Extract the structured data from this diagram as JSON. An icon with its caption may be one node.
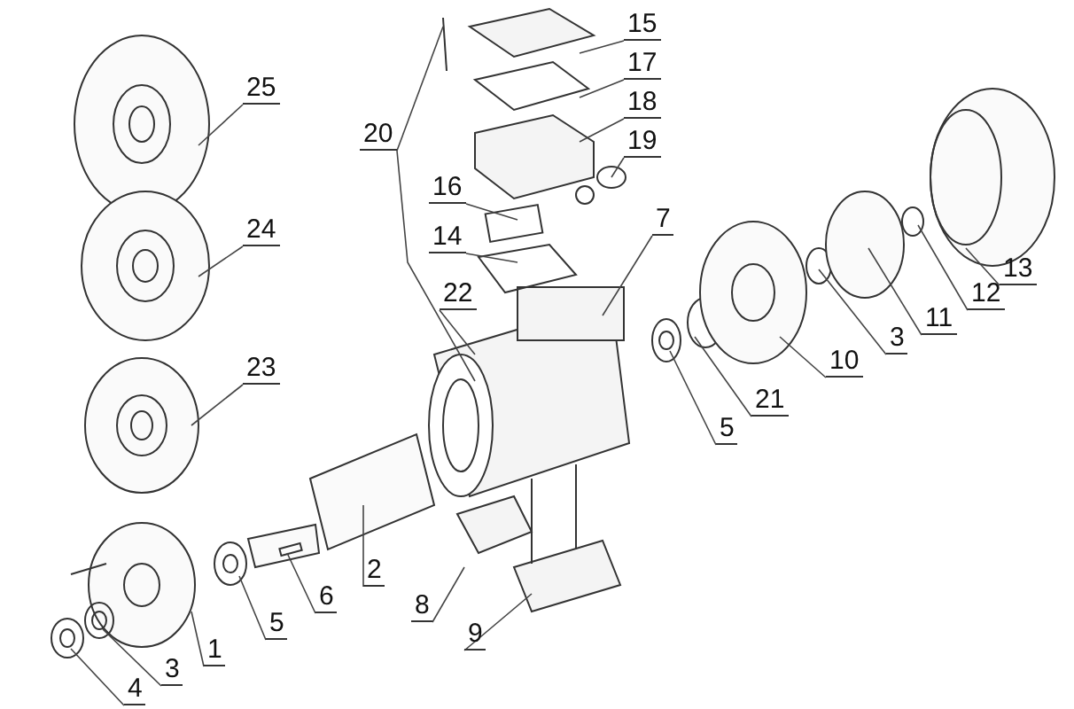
{
  "diagram": {
    "nodes": [
      {
        "text": [
          "15"
        ]
      },
      {
        "text": [
          "17"
        ]
      },
      {
        "text": [
          "25"
        ]
      },
      {
        "text": [
          "18"
        ]
      },
      {
        "text": [
          "20"
        ]
      },
      {
        "text": [
          "19"
        ]
      },
      {
        "text": [
          "16"
        ]
      },
      {
        "text": [
          "7"
        ]
      },
      {
        "text": [
          "14"
        ]
      },
      {
        "text": [
          "24"
        ]
      },
      {
        "text": [
          "22"
        ]
      },
      {
        "text": [
          "13"
        ]
      },
      {
        "text": [
          "12"
        ]
      },
      {
        "text": [
          "11"
        ]
      },
      {
        "text": [
          "3"
        ]
      },
      {
        "text": [
          "10"
        ]
      },
      {
        "text": [
          "23"
        ]
      },
      {
        "text": [
          "21"
        ]
      },
      {
        "text": [
          "5"
        ]
      },
      {
        "text": [
          "2"
        ]
      },
      {
        "text": [
          "6"
        ]
      },
      {
        "text": [
          "8"
        ]
      },
      {
        "text": [
          "5"
        ]
      },
      {
        "text": [
          "9"
        ]
      },
      {
        "text": [
          "1"
        ]
      },
      {
        "text": [
          "3"
        ]
      },
      {
        "text": [
          "4"
        ]
      }
    ],
    "edges": [
      {
        "from": 0,
        "to": null,
        "arrow": "none"
      },
      {
        "from": 1,
        "to": null,
        "arrow": "none"
      },
      {
        "from": 2,
        "to": null,
        "arrow": "none"
      },
      {
        "from": 3,
        "to": null,
        "arrow": "none"
      },
      {
        "from": 4,
        "to": null,
        "arrow": "none"
      },
      {
        "from": 4,
        "to": null,
        "arrow": "none"
      },
      {
        "from": 5,
        "to": null,
        "arrow": "none"
      },
      {
        "from": 6,
        "to": null,
        "arrow": "none"
      },
      {
        "from": 7,
        "to": null,
        "arrow": "none"
      },
      {
        "from": 8,
        "to": null,
        "arrow": "none"
      },
      {
        "from": 9,
        "to": null,
        "arrow": "none"
      },
      {
        "from": 10,
        "to": null,
        "arrow": "none"
      },
      {
        "from": 11,
        "to": null,
        "arrow": "none"
      },
      {
        "from": 12,
        "to": null,
        "arrow": "none"
      },
      {
        "from": 13,
        "to": null,
        "arrow": "none"
      },
      {
        "from": 14,
        "to": null,
        "arrow": "none"
      },
      {
        "from": 15,
        "to": null,
        "arrow": "none"
      },
      {
        "from": 16,
        "to": null,
        "arrow": "none"
      },
      {
        "from": 17,
        "to": null,
        "arrow": "none"
      },
      {
        "from": 18,
        "to": null,
        "arrow": "none"
      },
      {
        "from": 19,
        "to": null,
        "arrow": "none"
      },
      {
        "from": 20,
        "to": null,
        "arrow": "none"
      },
      {
        "from": 21,
        "to": null,
        "arrow": "none"
      },
      {
        "from": 22,
        "to": null,
        "arrow": "none"
      },
      {
        "from": 23,
        "to": null,
        "arrow": "none"
      },
      {
        "from": 24,
        "to": null,
        "arrow": "none"
      },
      {
        "from": 25,
        "to": null,
        "arrow": "none"
      },
      {
        "from": 26,
        "to": null,
        "arrow": "none"
      }
    ]
  }
}
